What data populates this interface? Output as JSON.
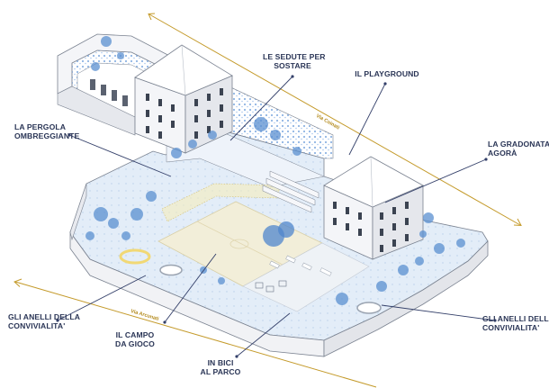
{
  "callouts": {
    "sedute": "LE SEDUTE PER\nSOSTARE",
    "playground": "IL PLAYGROUND",
    "pergola": "LA PERGOLA\nOMBREGGIANTE",
    "gradonata": "LA GRADONATA\nAGORÀ",
    "anelli_left": "GLI ANELLI DELLA\nCONVIVIALITA'",
    "anelli_right": "GLI ANELLI DELLA\nCONVIVIALITA'",
    "campo": "IL CAMPO\nDA GIOCO",
    "bici": "IN BICI\nAL PARCO"
  },
  "streets": {
    "north": "Via Coinati",
    "south": "Via Arcunati"
  },
  "colors": {
    "callout_text": "#2a3556",
    "leader_line": "#34406a",
    "street_arrow": "#c49a2a",
    "vegetation": "#5a8fd0",
    "paving": "#dbe8f6",
    "playfield": "#f2eed9",
    "building_wall": "#f4f5f8",
    "building_roof": "#ffffff",
    "building_edge": "#7a8290",
    "window": "#3b4351"
  },
  "icons": {
    "street_direction": "double-headed-arrow-icon",
    "callout_pointer": "leader-line-dot-icon"
  }
}
